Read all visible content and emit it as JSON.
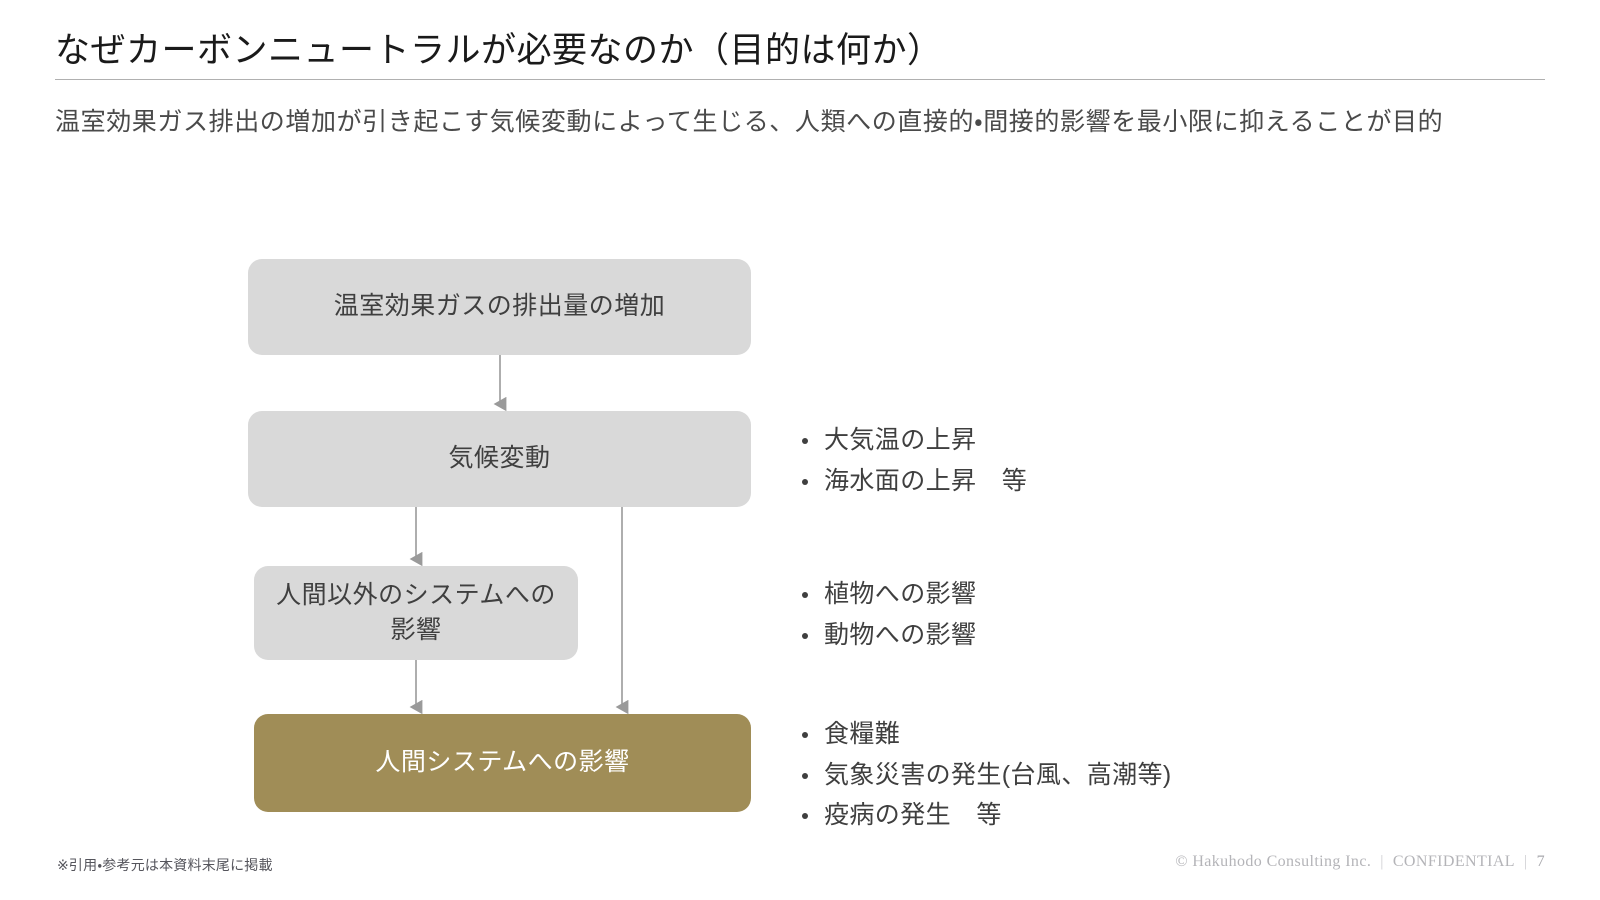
{
  "header": {
    "title": "なぜカーボンニュートラルが必要なのか（目的は何か）",
    "subtitle": "温室効果ガス排出の増加が引き起こす気候変動によって生じる、人類への直接的・間接的影響を最小限に抑えることが目的"
  },
  "diagram": {
    "nodes": {
      "emissions": "温室効果ガスの排出量の増加",
      "climate": "気候変動",
      "nonhuman": "人間以外のシステムへの影響",
      "human": "人間システムへの影響"
    },
    "bullet_groups": [
      {
        "id": "climate-effects",
        "items": [
          "大気温の上昇",
          "海水面の上昇　等"
        ]
      },
      {
        "id": "nonhuman-effects",
        "items": [
          "植物への影響",
          "動物への影響"
        ]
      },
      {
        "id": "human-effects",
        "items": [
          "食糧難",
          "気象災害の発生(台風、高潮等)",
          "疫病の発生　等"
        ]
      }
    ]
  },
  "footer": {
    "note": "※引用・参考元は本資料末尾に掲載",
    "copyright": "© Hakuhodo Consulting Inc.",
    "separator_1": "|",
    "confidential": "CONFIDENTIAL",
    "separator_2": "|",
    "page_number": "7"
  },
  "colors": {
    "node_default_fill": "#d9d9d9",
    "node_highlight_fill": "#a08d57",
    "node_default_text": "#3f3f3f",
    "node_highlight_text": "#ffffff",
    "connector": "#9a9a9a",
    "rule": "#b0b0b0"
  }
}
